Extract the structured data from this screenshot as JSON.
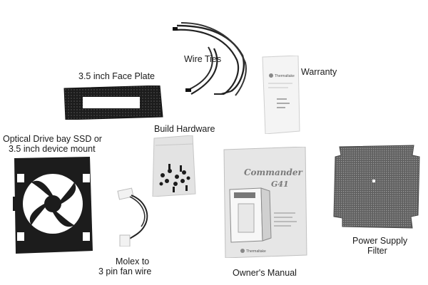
{
  "labels": {
    "wire_ties": "Wire Ties",
    "face_plate": "3.5 inch Face Plate",
    "warranty": "Warranty",
    "build_hardware": "Build Hardware",
    "drive_mount_line1": "Optical Drive bay SSD or",
    "drive_mount_line2": "3.5 inch device mount",
    "molex_line1": "Molex to",
    "molex_line2": "3 pin fan wire",
    "owners_manual": "Owner's Manual",
    "psu_filter_line1": "Power Supply",
    "psu_filter_line2": "Filter"
  },
  "printed": {
    "manual_title_1": "Commander",
    "manual_title_2": "G41",
    "brand": "Thermaltake"
  },
  "colors": {
    "black_part": "#1c1c1c",
    "mesh": "#6d6d6d",
    "paper": "#f4f4f4",
    "manual_cover": "#e6e6e6",
    "bag": "#dcdcdc"
  }
}
